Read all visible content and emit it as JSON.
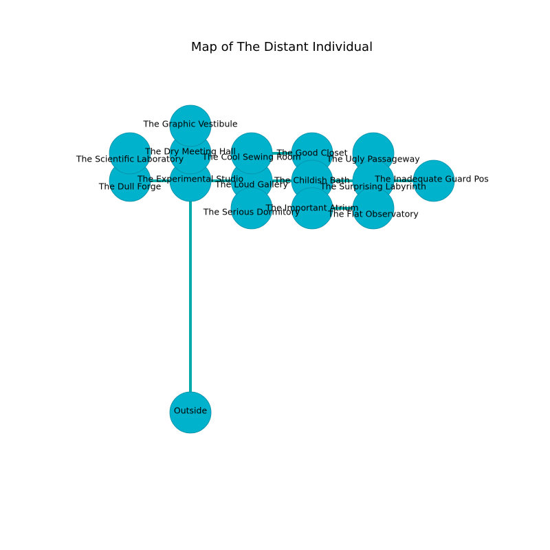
{
  "title": "Map of The Distant Individual",
  "colors": {
    "node_fill": "#00b2cc",
    "node_stroke": "#0a8fa6",
    "edge": "#00aaaa"
  },
  "rooms": [
    {
      "id": "outside",
      "label": "Outside"
    },
    {
      "id": "experimental-studio",
      "label": "The Experimental Studio"
    },
    {
      "id": "dull-forge",
      "label": "The Dull Forge"
    },
    {
      "id": "scientific-laboratory",
      "label": "The Scientific Laboratory"
    },
    {
      "id": "dry-meeting-hall",
      "label": "The Dry Meeting Hall"
    },
    {
      "id": "graphic-vestibule",
      "label": "The Graphic Vestibule"
    },
    {
      "id": "loud-gallery",
      "label": "The Loud Gallery"
    },
    {
      "id": "cool-sewing-room",
      "label": "The Cool Sewing Room"
    },
    {
      "id": "serious-dormitory",
      "label": "The Serious Dormitory"
    },
    {
      "id": "good-closet",
      "label": "The Good Closet"
    },
    {
      "id": "childish-bath",
      "label": "The Childish Bath"
    },
    {
      "id": "important-atrium",
      "label": "The Important Atrium"
    },
    {
      "id": "ugly-passageway",
      "label": "The Ugly Passageway"
    },
    {
      "id": "surprising-labyrinth",
      "label": "The Surprising Labyrinth"
    },
    {
      "id": "flat-observatory",
      "label": "The Flat Observatory"
    },
    {
      "id": "inadequate-guard-pos",
      "label": "The Inadequate Guard Pos"
    }
  ],
  "connections": [
    [
      "outside",
      "experimental-studio"
    ],
    [
      "dull-forge",
      "experimental-studio"
    ],
    [
      "experimental-studio",
      "loud-gallery"
    ],
    [
      "loud-gallery",
      "childish-bath"
    ],
    [
      "cool-sewing-room",
      "good-closet"
    ],
    [
      "childish-bath",
      "surprising-labyrinth"
    ],
    [
      "important-atrium",
      "flat-observatory"
    ],
    [
      "surprising-labyrinth",
      "inadequate-guard-pos"
    ]
  ]
}
